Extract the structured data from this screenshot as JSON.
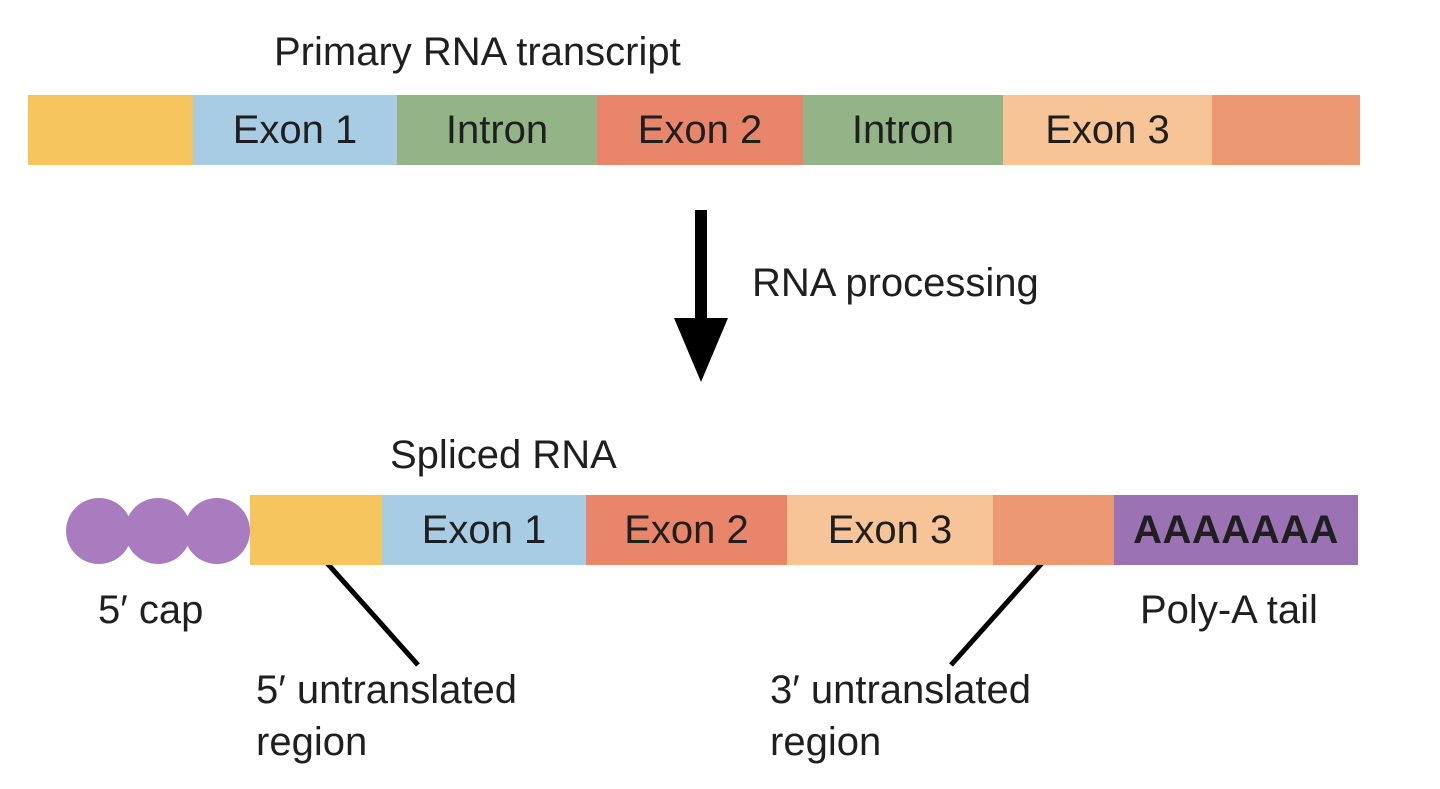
{
  "primary": {
    "title": "Primary RNA transcript",
    "segments": [
      {
        "label": "",
        "color": "#f6c55e"
      },
      {
        "label": "Exon 1",
        "color": "#a8cce4"
      },
      {
        "label": "Intron",
        "color": "#92b487"
      },
      {
        "label": "Exon 2",
        "color": "#e9856a"
      },
      {
        "label": "Intron",
        "color": "#92b487"
      },
      {
        "label": "Exon 3",
        "color": "#f6c497"
      },
      {
        "label": "",
        "color": "#ec9873"
      }
    ]
  },
  "process": {
    "label": "RNA processing"
  },
  "spliced": {
    "title": "Spliced RNA",
    "segments": [
      {
        "label": "",
        "color": "#f6c55e"
      },
      {
        "label": "Exon 1",
        "color": "#a8cce4"
      },
      {
        "label": "Exon 2",
        "color": "#e9856a"
      },
      {
        "label": "Exon 3",
        "color": "#f6c497"
      },
      {
        "label": "",
        "color": "#ec9873"
      },
      {
        "label": "AAAAAAA",
        "color": "#9b72b4"
      }
    ],
    "cap_color": "#a97cc0",
    "labels": {
      "cap": "5′ cap",
      "utr5_line1": "5′ untranslated",
      "utr5_line2": "region",
      "utr3_line1": "3′ untranslated",
      "utr3_line2": "region",
      "polya": "Poly-A tail"
    }
  }
}
